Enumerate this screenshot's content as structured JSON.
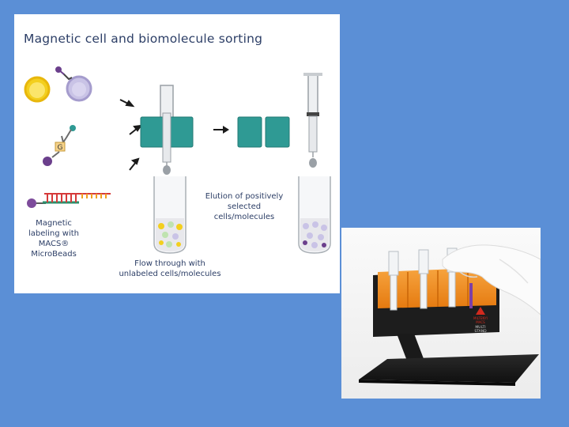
{
  "diagram": {
    "title": "Magnetic cell and biomolecule sorting",
    "labels": {
      "magnetic_labeling": [
        "Magnetic",
        "labeling with",
        "MACS®",
        "MicroBeads"
      ],
      "elution": [
        "Elution of positively",
        "selected",
        "cells/molecules"
      ],
      "flow_through": [
        "Flow through with",
        "unlabeled cells/molecules"
      ]
    },
    "antibody_letter": "G"
  },
  "photo": {
    "stand_text": [
      "MILTENYI",
      "MACS",
      "MULTI",
      "STAND"
    ]
  },
  "colors": {
    "background": "#5b8fd6",
    "magnet": "#2f9a94",
    "bead": "#6b3f8c",
    "stand_orange": "#f08a1c",
    "stand_black": "#1a1a1a"
  }
}
